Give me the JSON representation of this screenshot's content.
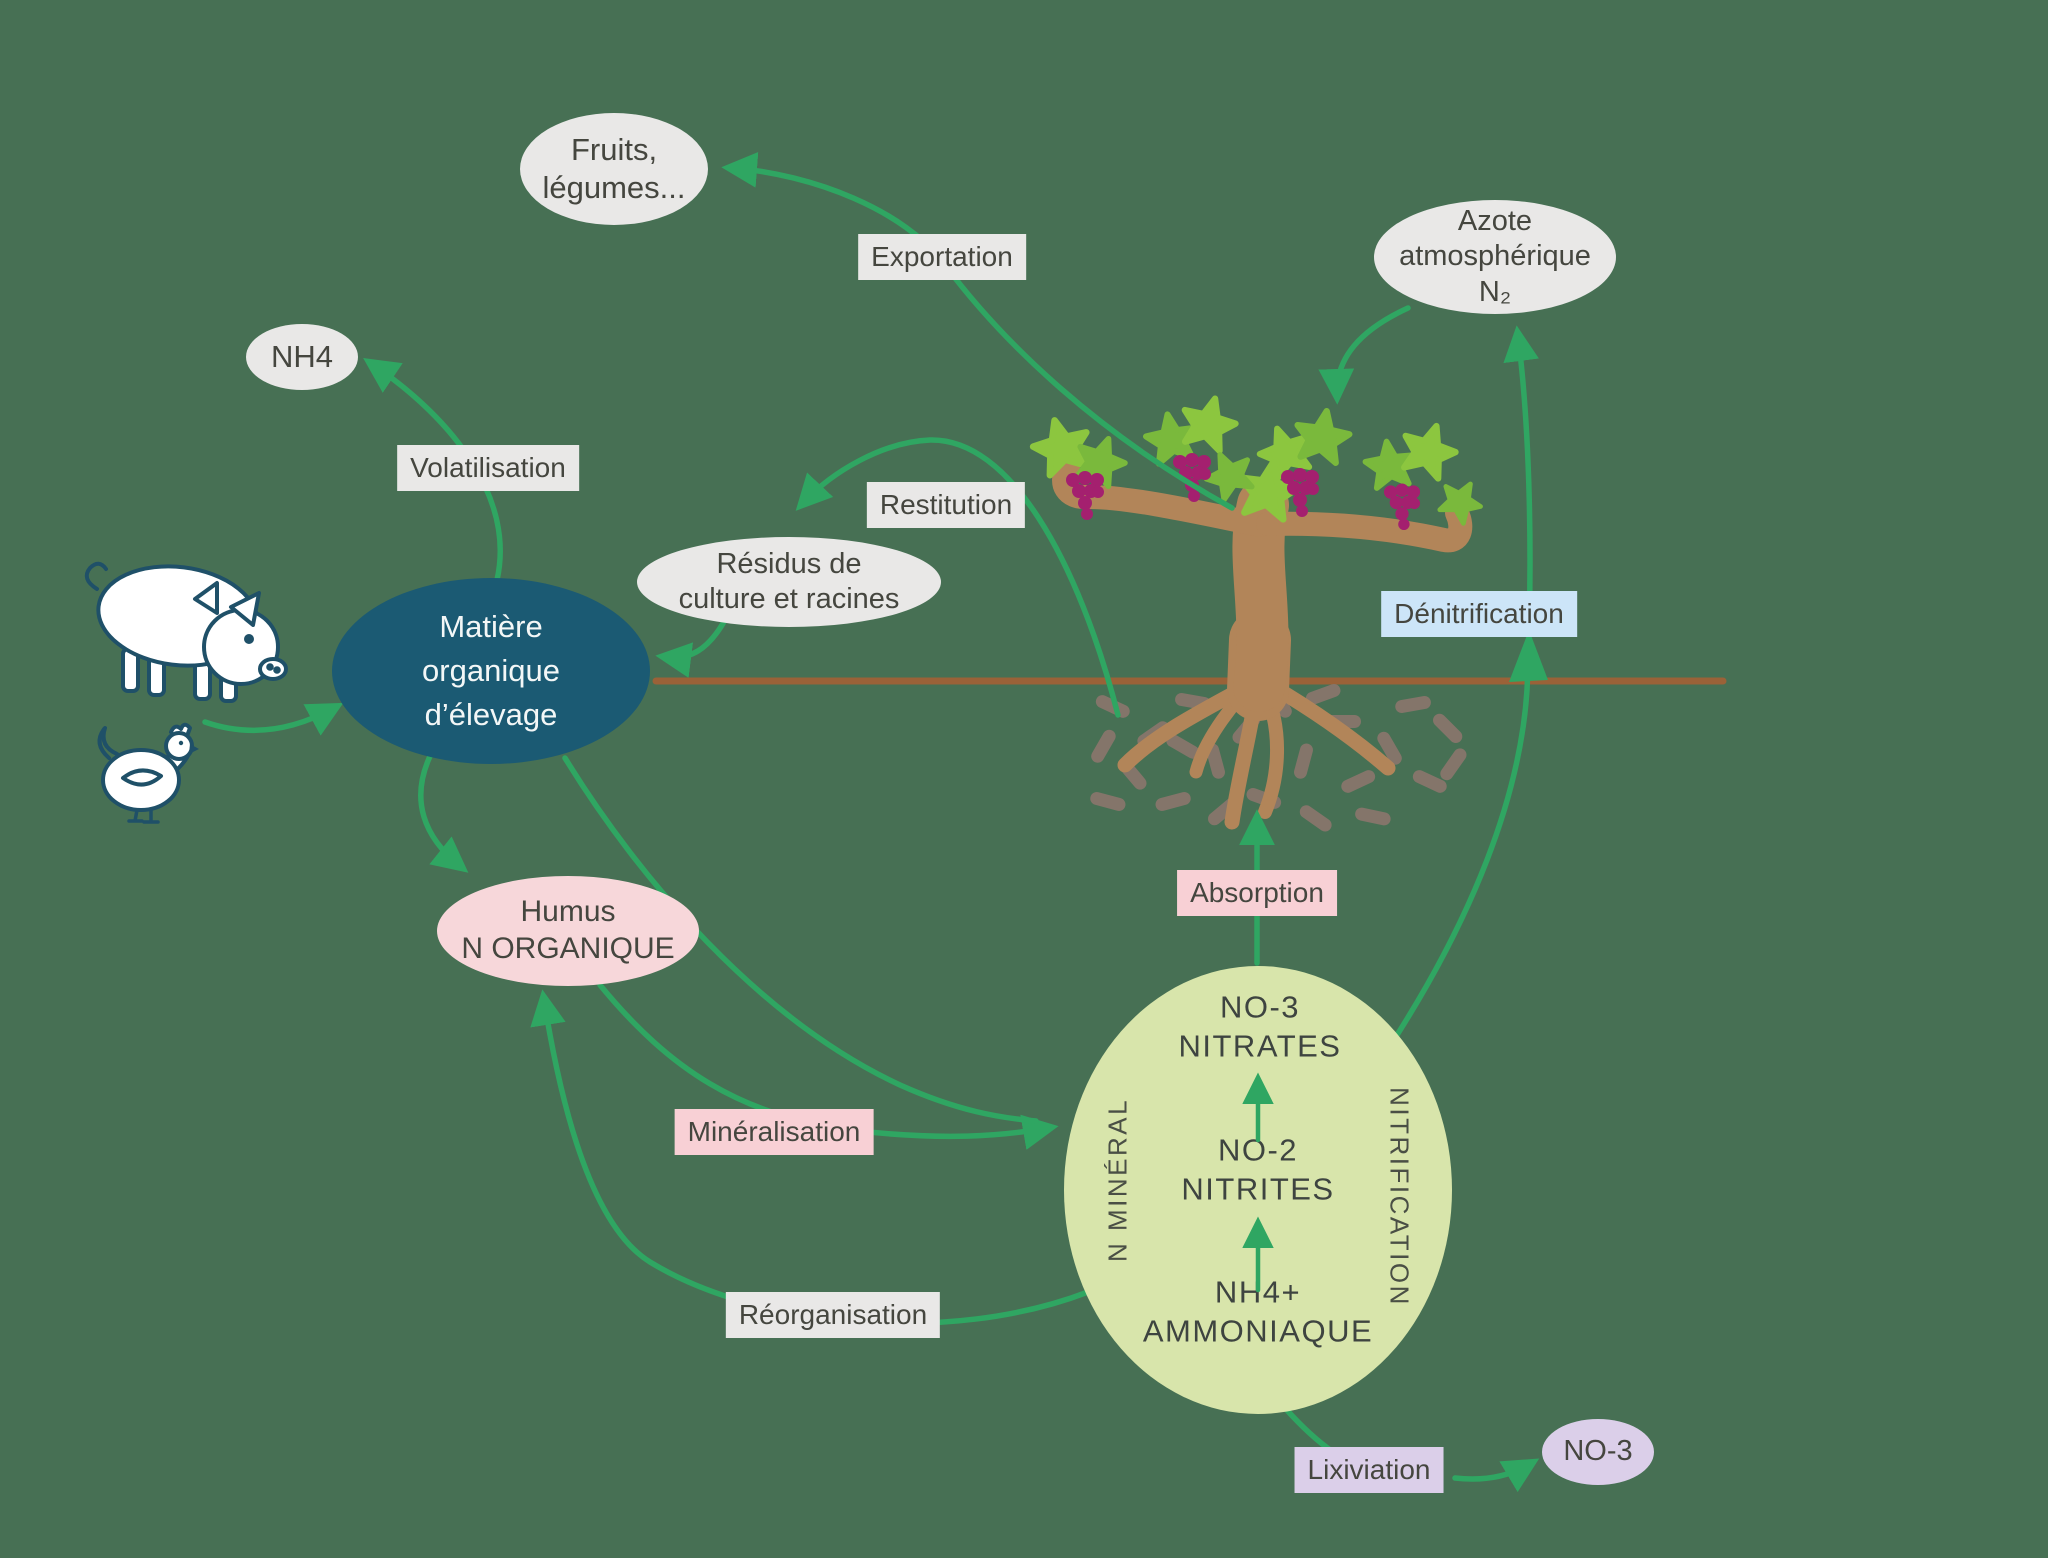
{
  "palette": {
    "background": "#477054",
    "arrow_green": "#2FA662",
    "soil_line_brown": "#9A6238",
    "trunk_brown": "#B28559",
    "leaf_green": "#8CC63F",
    "grape_magenta": "#A4206F",
    "bacteria_gray": "#84756A",
    "node_gray_bg": "#E9E8E7",
    "node_teal_bg": "#1B5A73",
    "node_pink_bg": "#F7D7DA",
    "node_green_bg": "#D8E5AB",
    "node_lavender_bg": "#DBCFE9",
    "label_pink_bg": "#F8D0D5",
    "label_blue_bg": "#CCE5F8",
    "text_dark": "#45463F",
    "text_light": "#FFFFFF"
  },
  "nodes": {
    "fruits": {
      "line1": "Fruits,",
      "line2": "légumes..."
    },
    "azote": {
      "line1": "Azote",
      "line2": "atmosphérique",
      "line3": "N₂"
    },
    "nh4": {
      "label": "NH4"
    },
    "residus": {
      "line1": "Résidus de",
      "line2": "culture et racines"
    },
    "matiere": {
      "line1": "Matière",
      "line2": "organique",
      "line3": "d’élevage"
    },
    "humus": {
      "line1": "Humus",
      "line2": "N ORGANIQUE"
    },
    "no3_out": {
      "label": "NO-3"
    }
  },
  "labels": {
    "exportation": "Exportation",
    "volatilisation": "Volatilisation",
    "restitution": "Restitution",
    "denitrification": "Dénitrification",
    "absorption": "Absorption",
    "mineralisation": "Minéralisation",
    "reorganisation": "Réorganisation",
    "lixiviation": "Lixiviation"
  },
  "mineral_pool": {
    "no3_line1": "NO-3",
    "no3_line2": "NITRATES",
    "no2_line1": "NO-2",
    "no2_line2": "NITRITES",
    "nh4_line1": "NH4+",
    "nh4_line2": "AMMONIAQUE",
    "left_axis": "N MINÉRAL",
    "right_axis": "NITRIFICATION"
  }
}
